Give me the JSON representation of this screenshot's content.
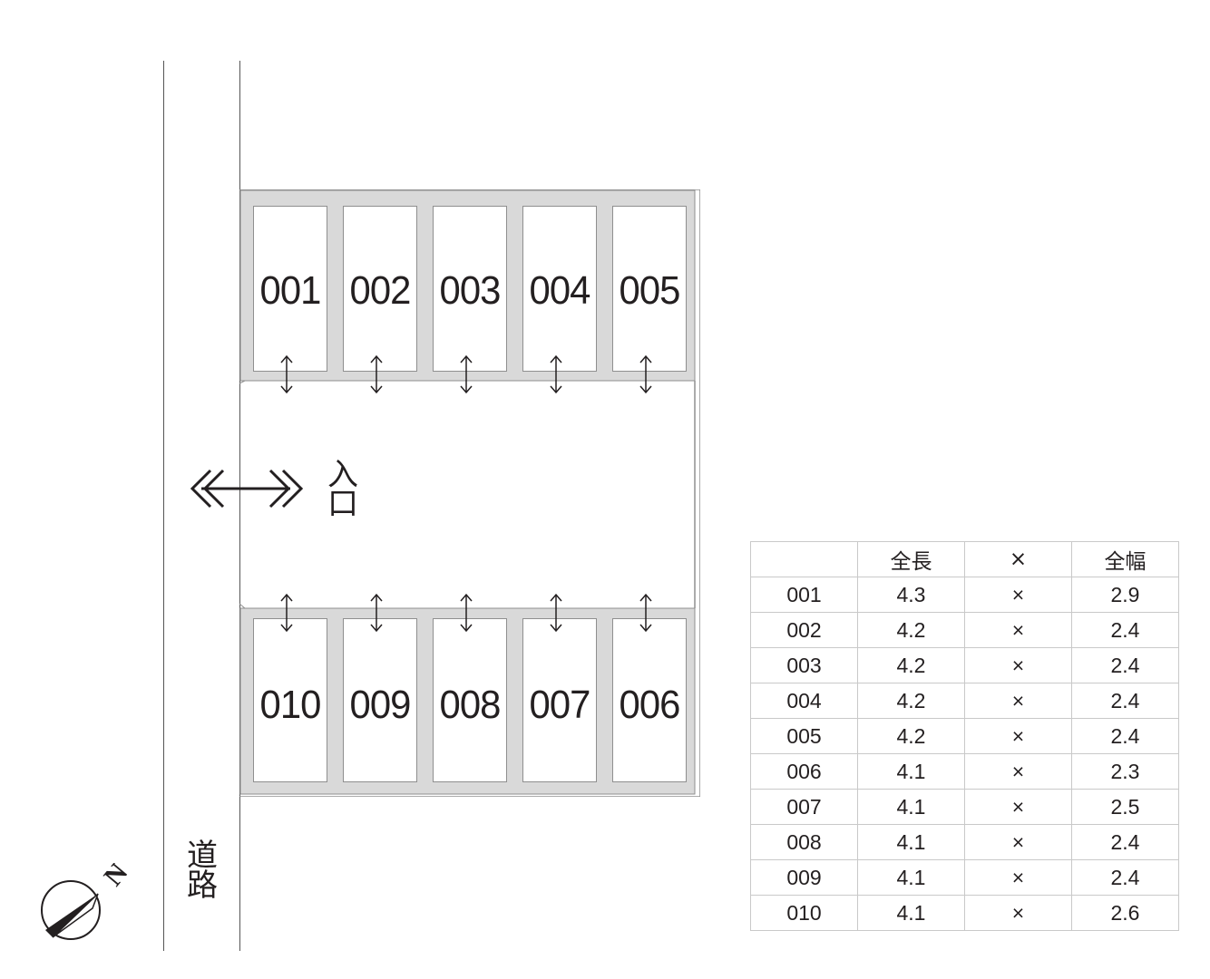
{
  "road": {
    "label": "道路"
  },
  "entrance": {
    "label": "入口"
  },
  "compass": {
    "label": "N"
  },
  "spaces_top": [
    "001",
    "002",
    "003",
    "004",
    "005"
  ],
  "spaces_bottom": [
    "010",
    "009",
    "008",
    "007",
    "006"
  ],
  "table": {
    "headers": [
      "",
      "全長",
      "×",
      "全幅"
    ],
    "rows": [
      [
        "001",
        "4.3",
        "×",
        "2.9"
      ],
      [
        "002",
        "4.2",
        "×",
        "2.4"
      ],
      [
        "003",
        "4.2",
        "×",
        "2.4"
      ],
      [
        "004",
        "4.2",
        "×",
        "2.4"
      ],
      [
        "005",
        "4.2",
        "×",
        "2.4"
      ],
      [
        "006",
        "4.1",
        "×",
        "2.3"
      ],
      [
        "007",
        "4.1",
        "×",
        "2.5"
      ],
      [
        "008",
        "4.1",
        "×",
        "2.4"
      ],
      [
        "009",
        "4.1",
        "×",
        "2.4"
      ],
      [
        "010",
        "4.1",
        "×",
        "2.6"
      ]
    ]
  }
}
